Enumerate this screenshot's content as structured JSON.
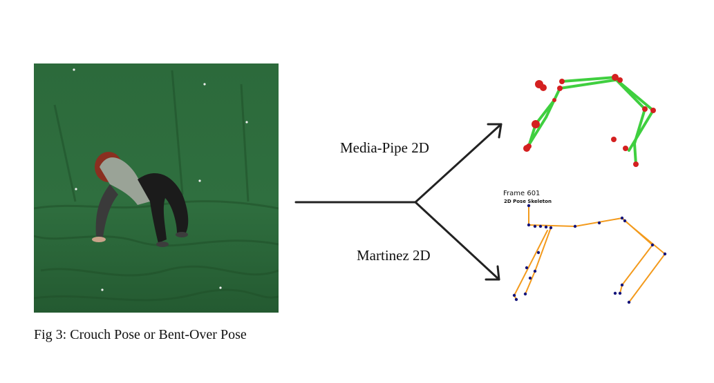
{
  "figure": {
    "caption": "Fig 3: Crouch Pose or Bent-Over Pose"
  },
  "labels": {
    "mediapipe": "Media-Pipe 2D",
    "martinez": "Martinez 2D"
  },
  "martinez_panel": {
    "frame_label": "Frame  601",
    "subtitle": "2D Pose Skeleton"
  },
  "colors": {
    "greenscreen": "#2f6a3c",
    "mediapipe_bone": "#3fcf3f",
    "mediapipe_joint": "#d42020",
    "martinez_bone": "#f39a1c",
    "martinez_joint": "#14147a",
    "arrow": "#222222"
  }
}
